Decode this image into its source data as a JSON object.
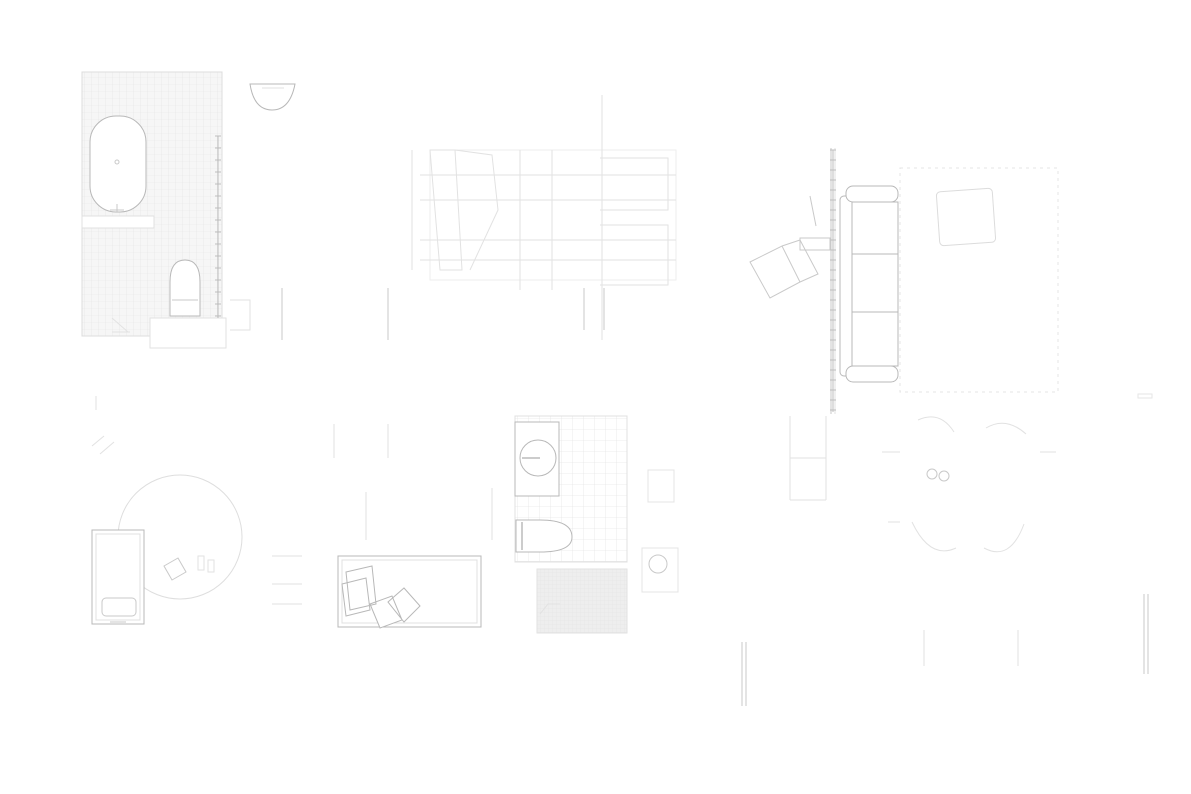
{
  "drawing": {
    "kind": "architectural furniture plan (line drawing, no printed text)",
    "background_color": "#ffffff",
    "line_color": "#c9c9c9",
    "tile_fill_color": "#f4f4f4",
    "mat_fill_color": "#ececec"
  },
  "fixtures": [
    "bathroom-tile-area",
    "bathtub",
    "toilet",
    "wall-sink",
    "towel-rack",
    "dining-table-and-chairs",
    "sofa",
    "area-rug",
    "armchair",
    "floor-lamp",
    "round-rug",
    "single-bed",
    "double-bed",
    "pillows",
    "bath-mat",
    "washbasin",
    "round-dining-table",
    "wall-shelves"
  ]
}
